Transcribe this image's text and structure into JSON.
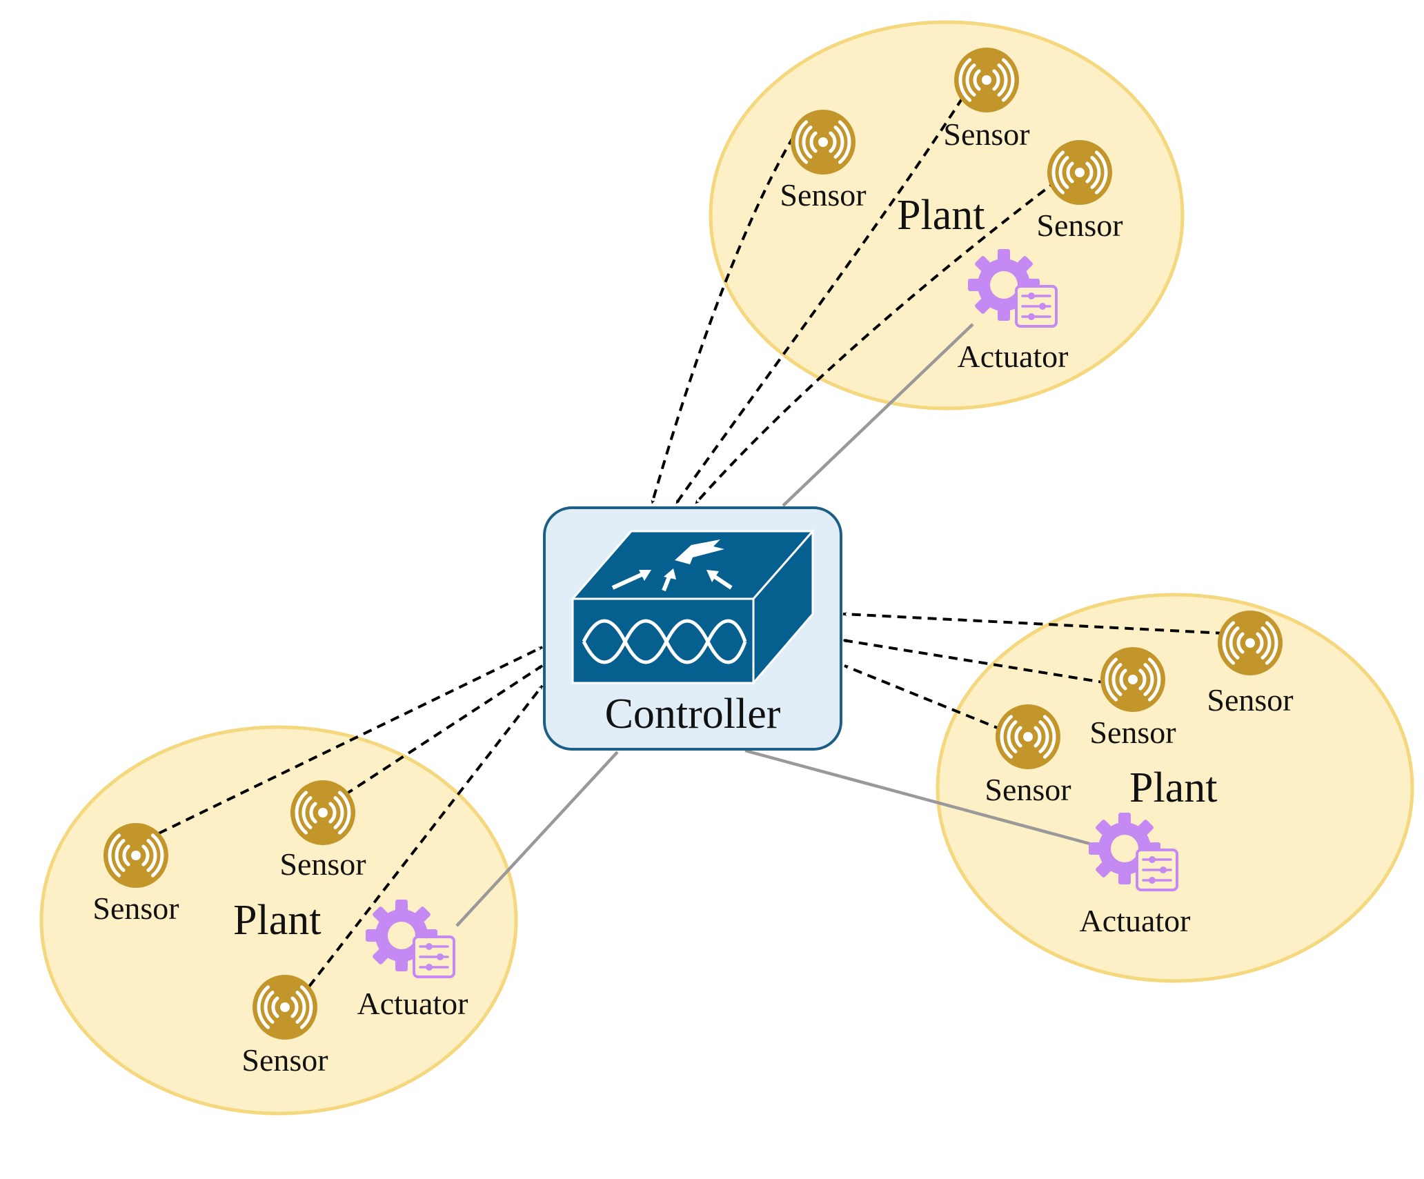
{
  "colors": {
    "plant_fill": "#fdf0c6",
    "plant_stroke": "#f5d77e",
    "sensor": "#c3962b",
    "actuator": "#c489f2",
    "controller_box": "#e1eef8",
    "controller_stroke": "#1b5f86",
    "router": "#05608f",
    "sensor_link": "#000000",
    "actuator_link": "#999999"
  },
  "icons": {
    "sensor": "wireless-sensor-icon",
    "actuator": "gear-actuator-icon",
    "controller": "router-icon"
  },
  "controller": {
    "label": "Controller"
  },
  "plants": [
    {
      "id": "top",
      "label": "Plant",
      "sensors": [
        {
          "label": "Sensor"
        },
        {
          "label": "Sensor"
        },
        {
          "label": "Sensor"
        }
      ],
      "actuator": {
        "label": "Actuator"
      }
    },
    {
      "id": "right",
      "label": "Plant",
      "sensors": [
        {
          "label": "Sensor"
        },
        {
          "label": "Sensor"
        },
        {
          "label": "Sensor"
        }
      ],
      "actuator": {
        "label": "Actuator"
      }
    },
    {
      "id": "left",
      "label": "Plant",
      "sensors": [
        {
          "label": "Sensor"
        },
        {
          "label": "Sensor"
        },
        {
          "label": "Sensor"
        }
      ],
      "actuator": {
        "label": "Actuator"
      }
    }
  ]
}
